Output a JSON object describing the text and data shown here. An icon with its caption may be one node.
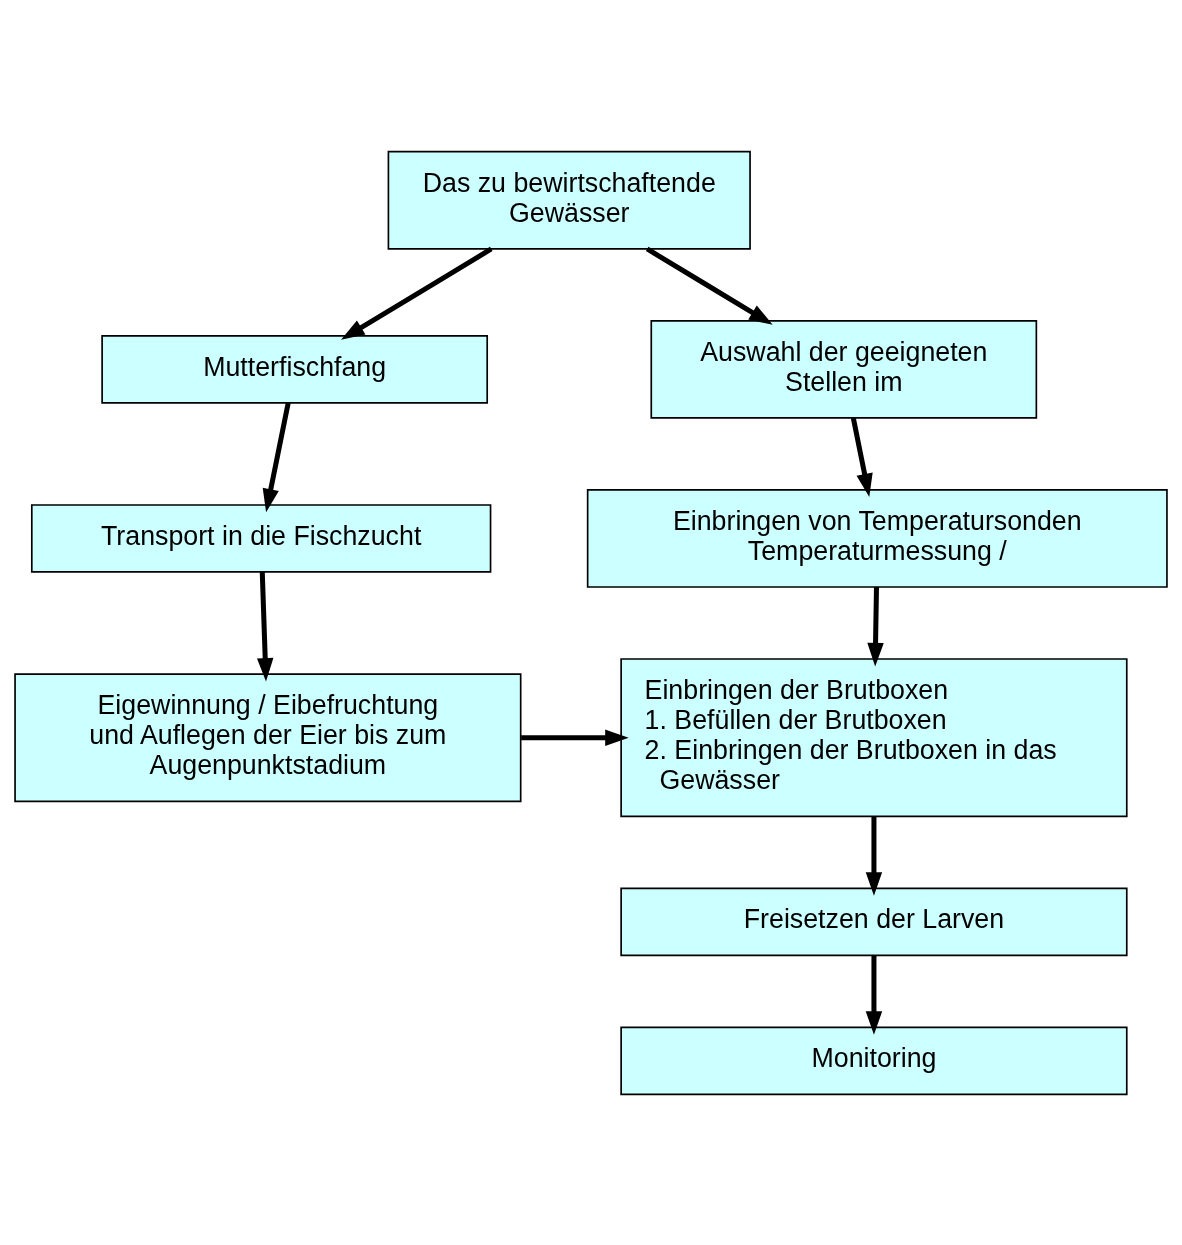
{
  "diagram": {
    "nodes": [
      {
        "text": [
          "Das zu bewirtschaftende Gewässer"
        ]
      },
      {
        "text": [
          "Mutterfischfang"
        ]
      },
      {
        "text": [
          "Auswahl der geeigneten Stellen im"
        ]
      },
      {
        "text": [
          "Transport in die Fischzucht"
        ]
      },
      {
        "text": [
          "Einbringen von Temperatursonden Temperaturmessung /"
        ]
      },
      {
        "text": [
          "Eigewinnung / Eibefruchtung und Auflegen der Eier bis zum Augenpunktstadium"
        ]
      },
      {
        "text": [
          "Einbringen der Brutboxen",
          "1. Befüllen der Brutboxen",
          "2. Einbringen der Brutboxen in das Gewässer"
        ]
      },
      {
        "text": [
          "Freisetzen der Larven"
        ]
      },
      {
        "text": [
          "Monitoring"
        ]
      }
    ],
    "edges": [
      {
        "from": 0,
        "to": 1,
        "arrow": "to"
      },
      {
        "from": 0,
        "to": 2,
        "arrow": "to"
      },
      {
        "from": 1,
        "to": 3,
        "arrow": "to"
      },
      {
        "from": 2,
        "to": 4,
        "arrow": "to"
      },
      {
        "from": 3,
        "to": 5,
        "arrow": "to"
      },
      {
        "from": 4,
        "to": 6,
        "arrow": "to"
      },
      {
        "from": 5,
        "to": 6,
        "arrow": "to"
      },
      {
        "from": 6,
        "to": 7,
        "arrow": "to"
      },
      {
        "from": 7,
        "to": 8,
        "arrow": "to"
      }
    ]
  }
}
